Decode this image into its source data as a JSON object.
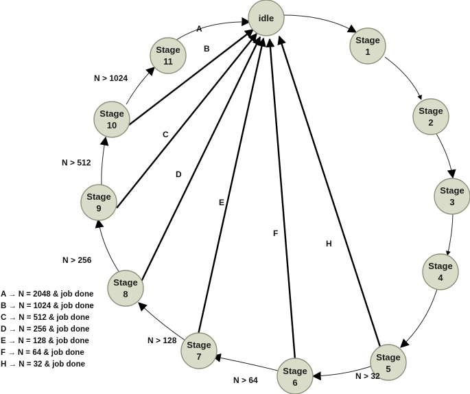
{
  "nodes": {
    "idle": "idle",
    "stage1": [
      "Stage",
      "1"
    ],
    "stage2": [
      "Stage",
      "2"
    ],
    "stage3": [
      "Stage",
      "3"
    ],
    "stage4": [
      "Stage",
      "4"
    ],
    "stage5": [
      "Stage",
      "5"
    ],
    "stage6": [
      "Stage",
      "6"
    ],
    "stage7": [
      "Stage",
      "7"
    ],
    "stage8": [
      "Stage",
      "8"
    ],
    "stage9": [
      "Stage",
      "9"
    ],
    "stage10": [
      "Stage",
      "10"
    ],
    "stage11": [
      "Stage",
      "11"
    ]
  },
  "edge_labels": {
    "n32": "N > 32",
    "n64": "N > 64",
    "n128": "N > 128",
    "n256": "N > 256",
    "n512": "N > 512",
    "n1024": "N > 1024",
    "A": "A",
    "B": "B",
    "C": "C",
    "D": "D",
    "E": "E",
    "F": "F",
    "H": "H"
  },
  "legend": [
    "A → N = 2048 & job done",
    "B →  N = 1024 & job done",
    "C → N = 512  & job done",
    "D → N = 256 & job done",
    "E → N = 128 & job done",
    "F → N = 64 & job done",
    "H → N = 32 & job done"
  ]
}
